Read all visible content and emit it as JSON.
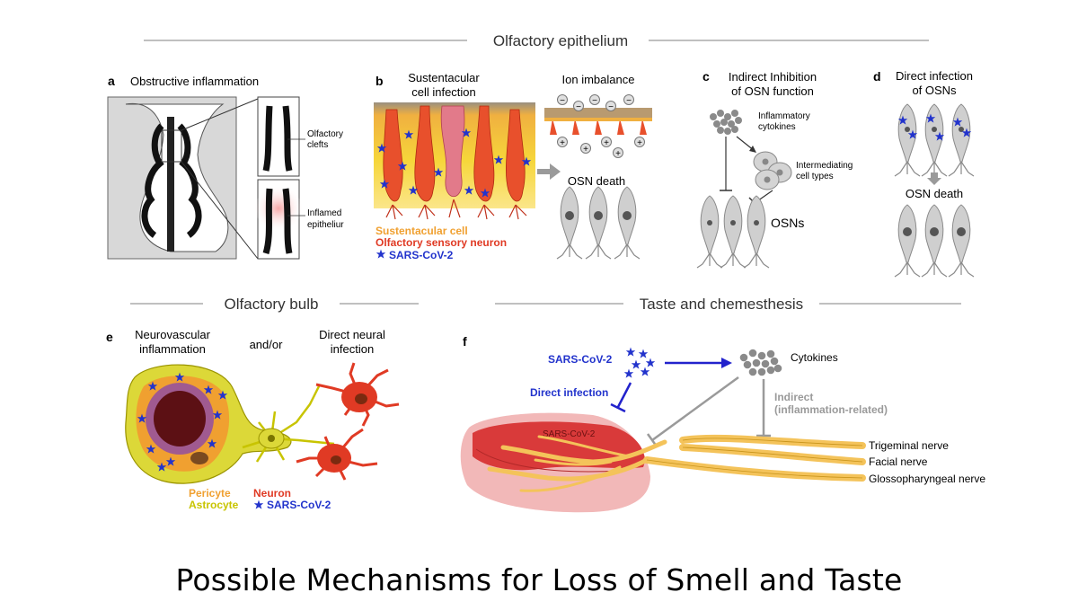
{
  "sections": {
    "olfactory_epithelium": "Olfactory epithelium",
    "olfactory_bulb": "Olfactory bulb",
    "taste": "Taste and chemesthesis"
  },
  "panel_a": {
    "letter": "a",
    "title": "Obstructive inflammation",
    "clefts": [
      "Olfactory",
      "clefts"
    ],
    "inflamed": [
      "Inflamed",
      "epitheliur"
    ]
  },
  "panel_b": {
    "letter": "b",
    "title": [
      "Sustentacular",
      "cell infection"
    ],
    "ion": "Ion imbalance",
    "death": "OSN death",
    "legend": {
      "sustentacular": "Sustentacular cell",
      "osn": "Olfactory sensory neuron",
      "virus": "SARS-CoV-2"
    },
    "minus": "−",
    "plus": "+"
  },
  "panel_c": {
    "letter": "c",
    "title": [
      "Indirect Inhibition",
      "of OSN function"
    ],
    "cytokines": [
      "Inflammatory",
      "cytokines"
    ],
    "intermediate": [
      "Intermediating",
      "cell types"
    ],
    "osns": "OSNs"
  },
  "panel_d": {
    "letter": "d",
    "title": [
      "Direct infection",
      "of OSNs"
    ],
    "death": "OSN death"
  },
  "panel_e": {
    "letter": "e",
    "title_left": [
      "Neurovascular",
      "inflammation"
    ],
    "andor": "and/or",
    "title_right": [
      "Direct neural",
      "infection"
    ],
    "legend": {
      "pericyte": "Pericyte",
      "astrocyte": "Astrocyte",
      "neuron": "Neuron",
      "virus": "SARS-CoV-2"
    }
  },
  "panel_f": {
    "letter": "f",
    "virus": "SARS-CoV-2",
    "cytokines": "Cytokines",
    "direct": "Direct infection",
    "indirect": [
      "Indirect",
      "(inflammation-related)"
    ],
    "tongue": "SARS-CoV-2",
    "nerves": [
      "Trigeminal nerve",
      "Facial nerve",
      "Glossopharyngeal nerve"
    ]
  },
  "caption": "Possible Mechanisms for Loss of Smell and Taste",
  "colors": {
    "virus": "#2233cc",
    "sustentacular": "#f0a030",
    "osn": "#e03a24",
    "pericyte": "#f0a030",
    "astrocyte": "#c8c400",
    "neuron": "#e03a24",
    "nerve": "#f4c35a",
    "arrow_gray": "#9a9a9a",
    "arrow_blue": "#2222cc"
  }
}
